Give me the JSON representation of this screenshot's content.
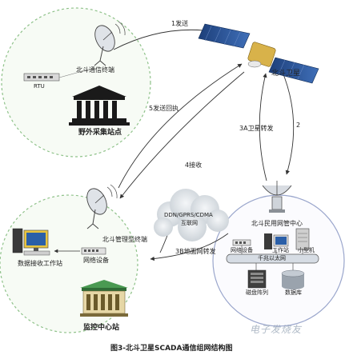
{
  "diagram": {
    "caption": "图3-北斗卫星SCADA通信组网结构图",
    "watermark": "电子发烧友",
    "field_station": {
      "title": "野外采集站点",
      "terminal_label": "北斗通信终端",
      "rtu_label": "RTU"
    },
    "satellite": {
      "label": "北斗卫星"
    },
    "monitor_center": {
      "title": "监控中心站",
      "terminal_label": "北斗管理型终端",
      "workstation_label": "数据接收工作站",
      "network_device_label": "网络设备"
    },
    "cloud": {
      "line1": "DDN/GPRS/CDMA",
      "line2": "互联网"
    },
    "operation_center": {
      "title": "北斗民用网管中心",
      "network_device": "网络设备",
      "workstation": "工作站",
      "minicomputer": "小型机",
      "ethernet": "千兆以太网",
      "disk_array": "磁盘阵列",
      "database": "数据库"
    },
    "arrows": {
      "a1": "1发送",
      "a2": "2",
      "a3a": "3A卫星转发",
      "a3b": "3B地面网转发",
      "a4": "4接收",
      "a5": "5发送回执"
    }
  }
}
